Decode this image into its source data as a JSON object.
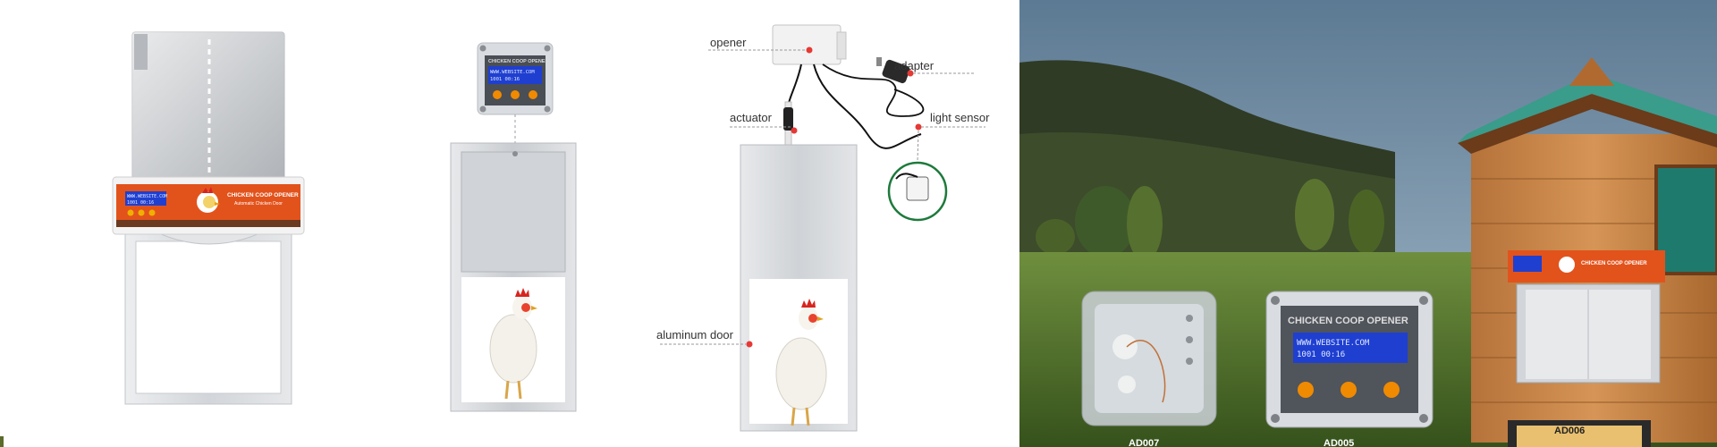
{
  "panels": {
    "product1": {
      "brand": "CHICKEN COOP OPENER",
      "subtitle": "Automatic Chicken Door",
      "lcd_line1": "WWW.WEBSITE.COM",
      "lcd_line2": "1001  00:16"
    },
    "product2": {
      "brand": "CHICKEN COOP OPENER",
      "lcd_line1": "WWW.WEBSITE.COM",
      "lcd_line2": "1001  00:16"
    },
    "diagram": {
      "labels": {
        "opener": "opener",
        "adapter": "adapter",
        "actuator": "actuator",
        "light_sensor": "light sensor",
        "aluminum_door": "aluminum door"
      },
      "accent": "#e53935",
      "sensor_ring": "#1e7a3c"
    },
    "scene": {
      "brand": "CHICKEN COOP OPENER",
      "lcd_line1": "WWW.WEBSITE.COM",
      "lcd_line2": "1001  00:16",
      "models": [
        "AD007",
        "AD005",
        "AD006"
      ]
    }
  },
  "colors": {
    "orange": "#e2531c",
    "lcd_blue": "#1f3fd0",
    "aluminum": "#d4d7db",
    "roof": "#3a9c8a",
    "wood": "#c98848"
  }
}
